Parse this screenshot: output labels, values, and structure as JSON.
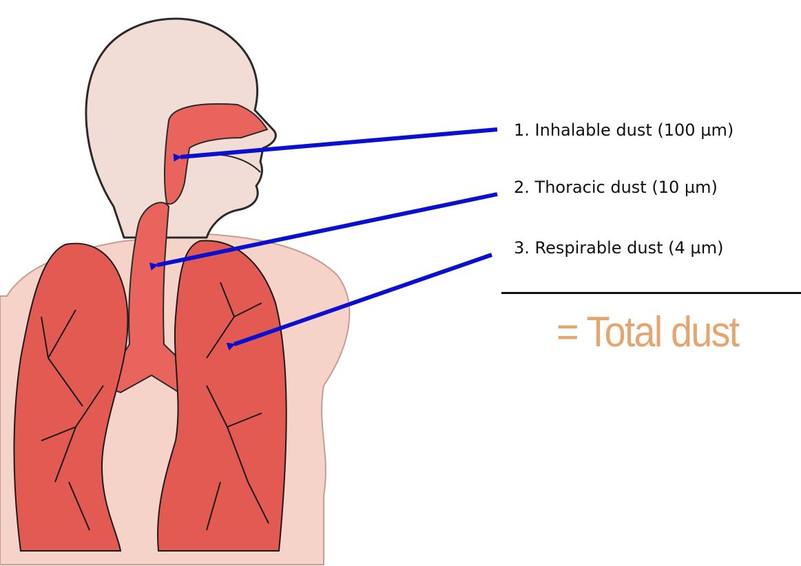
{
  "labels": [
    {
      "text": "1. Inhalable dust (100 µm)"
    },
    {
      "text": "2. Thoracic dust (10 µm)"
    },
    {
      "text": "3. Respirable dust (4 µm)"
    }
  ],
  "total": {
    "text": "= Total dust"
  },
  "colors": {
    "arrow": "#0a0fd0",
    "skin": "#f6d3c9",
    "airway": "#e8645c",
    "lung": "#e35a52",
    "total_text": "#e4a66e",
    "outline": "#1a1a1a"
  },
  "icons": [
    "person-head-icon",
    "torso-icon",
    "trachea-icon",
    "left-lung-icon",
    "right-lung-icon",
    "arrow-icon"
  ]
}
